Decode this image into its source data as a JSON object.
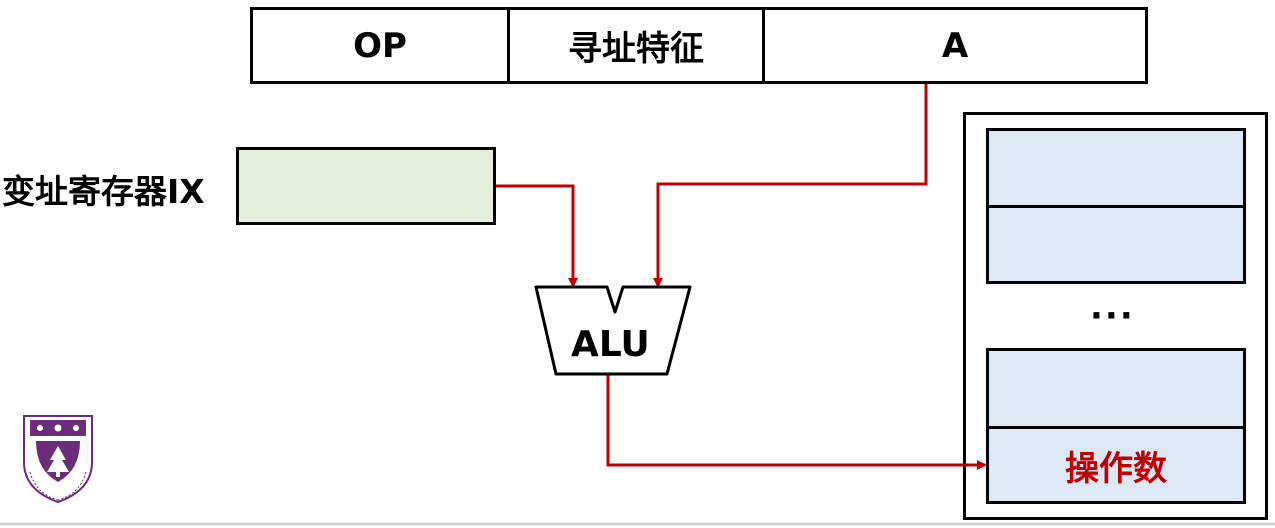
{
  "instruction": {
    "fields": [
      "OP",
      "寻址特征",
      "A"
    ]
  },
  "index_register": {
    "label": "变址寄存器IX"
  },
  "alu": {
    "label": "ALU"
  },
  "memory": {
    "ellipsis": "···",
    "operand_label": "操作数"
  },
  "colors": {
    "arrow": "#c00000",
    "register_fill": "#e2efda",
    "memory_cell_fill": "#dde8f5",
    "operand_text": "#c00000",
    "logo": "#6b2c7a"
  }
}
